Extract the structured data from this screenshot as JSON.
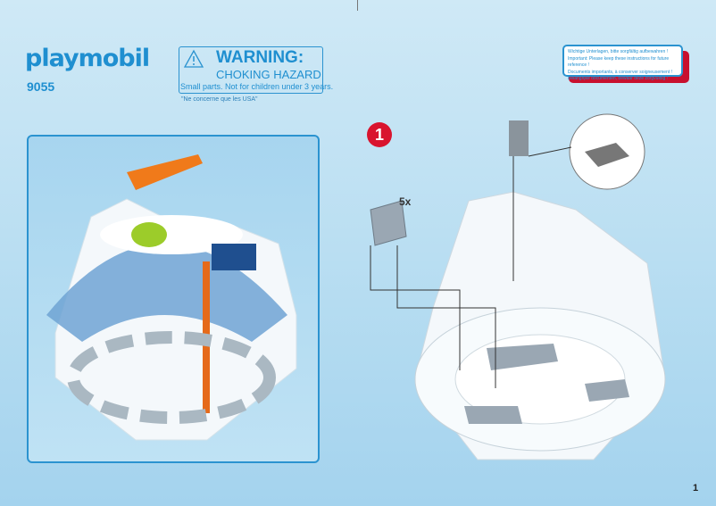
{
  "brand": {
    "logo": "playmobil",
    "product_number": "9055"
  },
  "warning": {
    "title": "WARNING:",
    "subtitle": "CHOKING HAZARD",
    "text": "Small parts. Not for children under 3 years.",
    "note": "\"Ne concerne que les USA\"",
    "icon": "warning-triangle-icon"
  },
  "notice": {
    "lines": [
      "Wichtige Unterlagen, bitte sorgfältig aufbewahren !",
      "Important: Please keep these instructions for future reference !",
      "Documents importants, à conserver soigneusement !",
      "Belangrijke documenten, bewaar deze zorgvuldig !"
    ]
  },
  "step": {
    "number": "1",
    "part_count": "5x"
  },
  "page_number": "1",
  "colors": {
    "brand_blue": "#1f8fd0",
    "step_red": "#d9142e",
    "notice_shadow": "#c8102e"
  }
}
